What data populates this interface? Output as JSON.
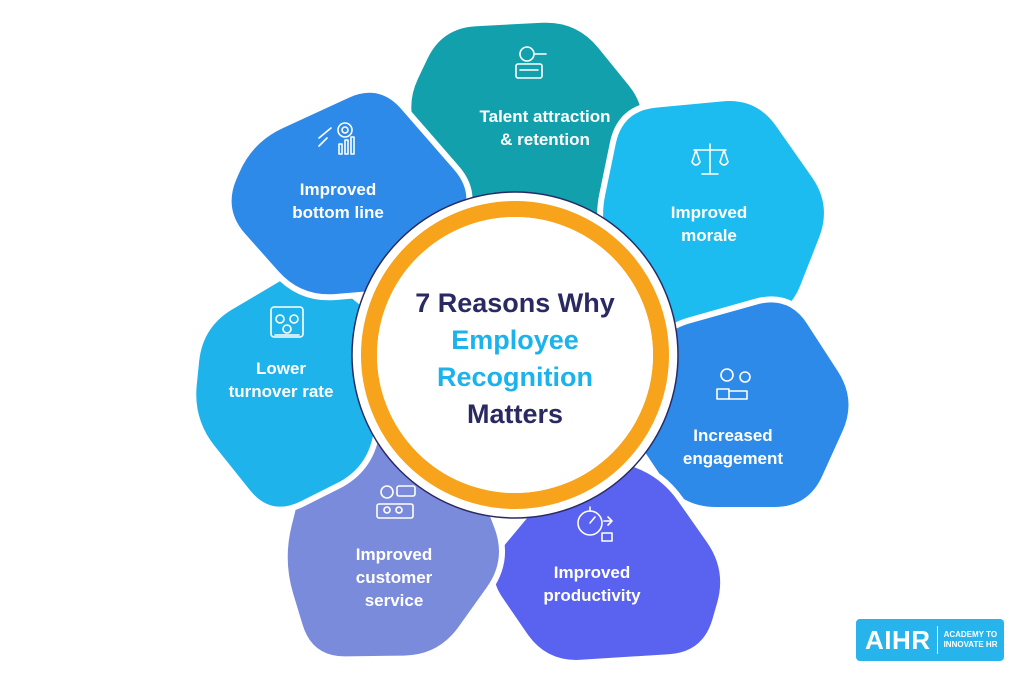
{
  "title": {
    "line1": "7 Reasons Why",
    "line2": "Employee",
    "line3": "Recognition",
    "line4": "Matters"
  },
  "reasons": [
    {
      "label": "Talent attraction\n& retention",
      "icon": "hiring-magnifier-icon",
      "color": "#12a0ad"
    },
    {
      "label": "Improved\nmorale",
      "icon": "balance-scale-icon",
      "color": "#1cbbf0"
    },
    {
      "label": "Increased\nengagement",
      "icon": "engagement-gears-icon",
      "color": "#2d8ae8"
    },
    {
      "label": "Improved\nproductivity",
      "icon": "stopwatch-gear-icon",
      "color": "#5a63f0"
    },
    {
      "label": "Improved\ncustomer\nservice",
      "icon": "customer-service-icon",
      "color": "#7b8bdc"
    },
    {
      "label": "Lower\nturnover rate",
      "icon": "team-retention-icon",
      "color": "#1fb3ec"
    },
    {
      "label": "Improved\nbottom line",
      "icon": "growth-chart-icon",
      "color": "#2d8ae8"
    }
  ],
  "colors": {
    "ring": "#f7a31b",
    "title_dark": "#2a2a63",
    "title_accent": "#1cb3ec",
    "logo_bg": "#27b4ec"
  },
  "logo": {
    "mark": "AIHR",
    "tagline": "ACADEMY TO\nINNOVATE HR"
  }
}
